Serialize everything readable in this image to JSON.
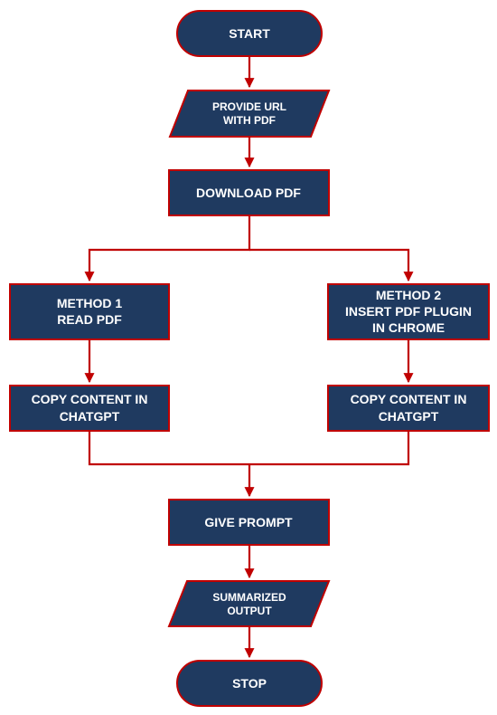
{
  "flowchart": {
    "colors": {
      "node_fill": "#1f3a60",
      "border_and_arrows": "#c00000",
      "text": "#ffffff"
    },
    "nodes": {
      "start": {
        "shape": "terminal",
        "lines": [
          "START"
        ]
      },
      "provide_url": {
        "shape": "parallelogram",
        "lines": [
          "PROVIDE URL",
          "WITH PDF"
        ]
      },
      "download": {
        "shape": "process",
        "lines": [
          "DOWNLOAD PDF"
        ]
      },
      "method1": {
        "shape": "process",
        "lines": [
          "METHOD 1",
          "READ PDF"
        ]
      },
      "method2": {
        "shape": "process",
        "lines": [
          "METHOD 2",
          "INSERT PDF PLUGIN",
          "IN CHROME"
        ]
      },
      "copy_left": {
        "shape": "process",
        "lines": [
          "COPY CONTENT IN",
          "CHATGPT"
        ]
      },
      "copy_right": {
        "shape": "process",
        "lines": [
          "COPY CONTENT IN",
          "CHATGPT"
        ]
      },
      "give_prompt": {
        "shape": "process",
        "lines": [
          "GIVE PROMPT"
        ]
      },
      "summarized_output": {
        "shape": "parallelogram",
        "lines": [
          "SUMMARIZED",
          "OUTPUT"
        ]
      },
      "stop": {
        "shape": "terminal",
        "lines": [
          "STOP"
        ]
      }
    },
    "edges": [
      {
        "from": "start",
        "to": "provide_url"
      },
      {
        "from": "provide_url",
        "to": "download"
      },
      {
        "from": "download",
        "to": "method1"
      },
      {
        "from": "download",
        "to": "method2"
      },
      {
        "from": "method1",
        "to": "copy_left"
      },
      {
        "from": "method2",
        "to": "copy_right"
      },
      {
        "from": "copy_left",
        "to": "give_prompt"
      },
      {
        "from": "copy_right",
        "to": "give_prompt"
      },
      {
        "from": "give_prompt",
        "to": "summarized_output"
      },
      {
        "from": "summarized_output",
        "to": "stop"
      }
    ]
  }
}
